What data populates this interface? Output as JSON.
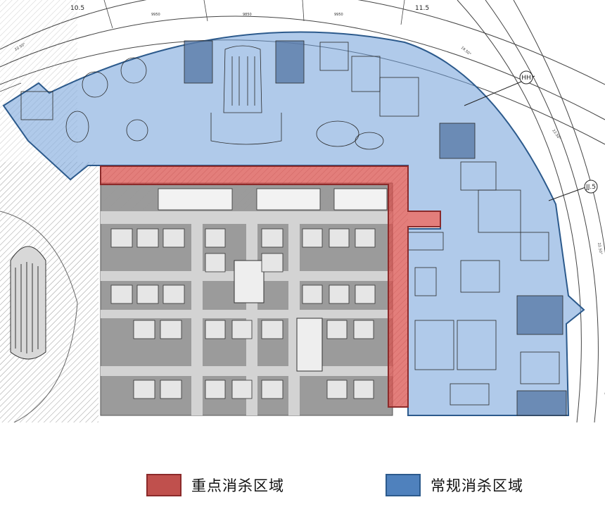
{
  "map": {
    "axis_labels": [
      "10.5",
      "11.5",
      "HH",
      "JJ.5",
      "22.50°",
      "19.50°",
      "22.50°",
      "22.50°"
    ],
    "dimension_labels": [
      "9950",
      "9850",
      "9950"
    ]
  },
  "legend": {
    "items": [
      {
        "label": "重点消杀区域",
        "color": "#c0504d",
        "border": "#8b2a2a"
      },
      {
        "label": "常规消杀区域",
        "color": "#4f81bd",
        "border": "#2c5a8c"
      }
    ]
  },
  "colors": {
    "key_zone_fill": "#d9534f",
    "regular_zone_fill": "#6f9fd8",
    "wall_gray": "#8c8c8c"
  }
}
